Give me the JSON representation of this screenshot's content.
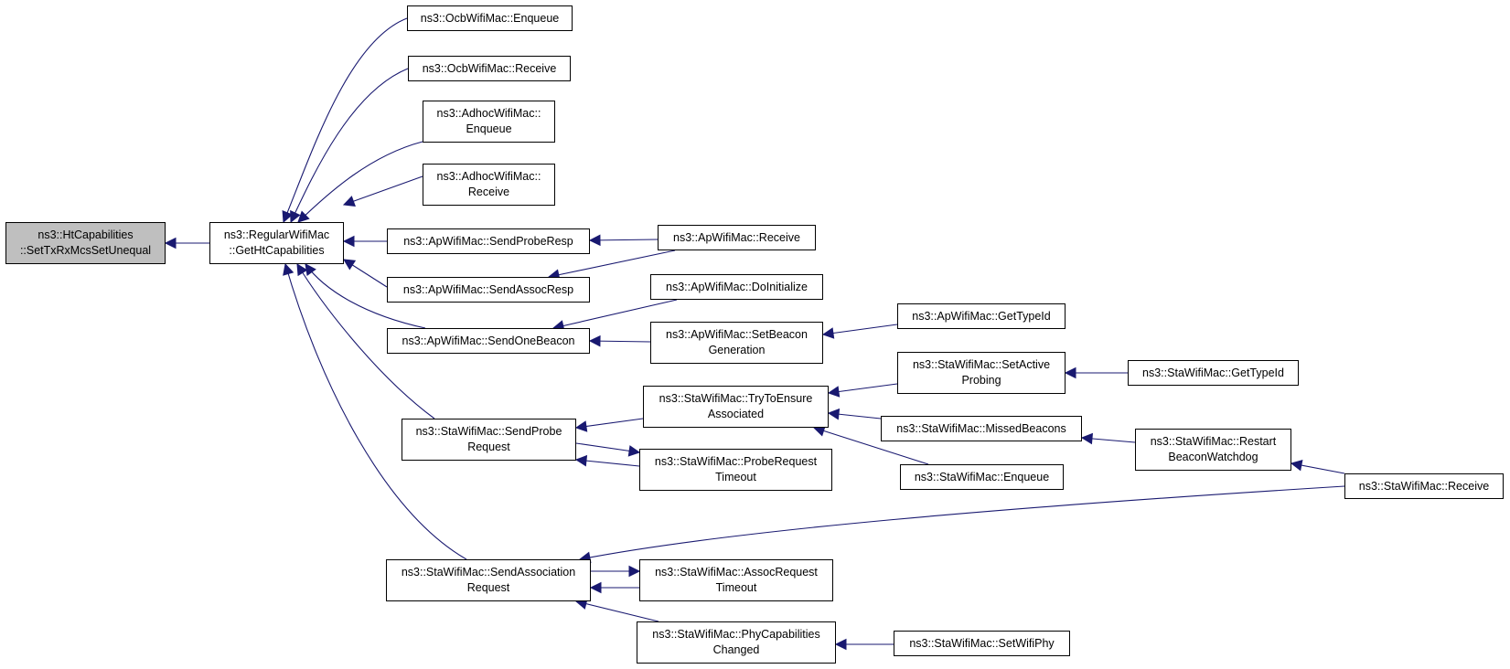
{
  "colors": {
    "edge": "#191970",
    "root_fill": "#bfbfbf",
    "node_fill": "#ffffff",
    "border": "#000000"
  },
  "nodes": {
    "root": [
      "ns3::HtCapabilities",
      "::SetTxRxMcsSetUnequal"
    ],
    "regular_get_ht": [
      "ns3::RegularWifiMac",
      "::GetHtCapabilities"
    ],
    "ocb_enqueue": [
      "ns3::OcbWifiMac::Enqueue"
    ],
    "ocb_receive": [
      "ns3::OcbWifiMac::Receive"
    ],
    "adhoc_enqueue": [
      "ns3::AdhocWifiMac::",
      "Enqueue"
    ],
    "adhoc_receive": [
      "ns3::AdhocWifiMac::",
      "Receive"
    ],
    "ap_send_probe_resp": [
      "ns3::ApWifiMac::SendProbeResp"
    ],
    "ap_receive": [
      "ns3::ApWifiMac::Receive"
    ],
    "ap_send_assoc_resp": [
      "ns3::ApWifiMac::SendAssocResp"
    ],
    "ap_do_initialize": [
      "ns3::ApWifiMac::DoInitialize"
    ],
    "ap_send_one_beacon": [
      "ns3::ApWifiMac::SendOneBeacon"
    ],
    "ap_set_beacon_generation": [
      "ns3::ApWifiMac::SetBeacon",
      "Generation"
    ],
    "ap_get_type_id": [
      "ns3::ApWifiMac::GetTypeId"
    ],
    "sta_send_probe_request": [
      "ns3::StaWifiMac::SendProbe",
      "Request"
    ],
    "sta_try_to_ensure": [
      "ns3::StaWifiMac::TryToEnsure",
      "Associated"
    ],
    "sta_set_active_probing": [
      "ns3::StaWifiMac::SetActive",
      "Probing"
    ],
    "sta_get_type_id": [
      "ns3::StaWifiMac::GetTypeId"
    ],
    "sta_missed_beacons": [
      "ns3::StaWifiMac::MissedBeacons"
    ],
    "sta_restart_beacon_watchdog": [
      "ns3::StaWifiMac::Restart",
      "BeaconWatchdog"
    ],
    "sta_probe_request_timeout": [
      "ns3::StaWifiMac::ProbeRequest",
      "Timeout"
    ],
    "sta_enqueue": [
      "ns3::StaWifiMac::Enqueue"
    ],
    "sta_receive": [
      "ns3::StaWifiMac::Receive"
    ],
    "sta_send_association_request": [
      "ns3::StaWifiMac::SendAssociation",
      "Request"
    ],
    "sta_assoc_request_timeout": [
      "ns3::StaWifiMac::AssocRequest",
      "Timeout"
    ],
    "sta_phy_capabilities_changed": [
      "ns3::StaWifiMac::PhyCapabilities",
      "Changed"
    ],
    "sta_set_wifi_phy": [
      "ns3::StaWifiMac::SetWifiPhy"
    ]
  },
  "edges": [
    [
      "regular_get_ht",
      "root"
    ],
    [
      "ocb_enqueue",
      "regular_get_ht"
    ],
    [
      "ocb_receive",
      "regular_get_ht"
    ],
    [
      "adhoc_enqueue",
      "regular_get_ht"
    ],
    [
      "adhoc_receive",
      "regular_get_ht"
    ],
    [
      "ap_send_probe_resp",
      "regular_get_ht"
    ],
    [
      "ap_send_assoc_resp",
      "regular_get_ht"
    ],
    [
      "ap_send_one_beacon",
      "regular_get_ht"
    ],
    [
      "sta_send_probe_request",
      "regular_get_ht"
    ],
    [
      "sta_send_association_request",
      "regular_get_ht"
    ],
    [
      "ap_receive",
      "ap_send_probe_resp"
    ],
    [
      "ap_receive",
      "ap_send_assoc_resp"
    ],
    [
      "ap_do_initialize",
      "ap_send_one_beacon"
    ],
    [
      "ap_set_beacon_generation",
      "ap_send_one_beacon"
    ],
    [
      "ap_get_type_id",
      "ap_set_beacon_generation"
    ],
    [
      "sta_try_to_ensure",
      "sta_send_probe_request"
    ],
    [
      "sta_probe_request_timeout",
      "sta_send_probe_request"
    ],
    [
      "sta_send_probe_request",
      "sta_probe_request_timeout"
    ],
    [
      "sta_set_active_probing",
      "sta_try_to_ensure"
    ],
    [
      "sta_missed_beacons",
      "sta_try_to_ensure"
    ],
    [
      "sta_enqueue",
      "sta_try_to_ensure"
    ],
    [
      "sta_get_type_id",
      "sta_set_active_probing"
    ],
    [
      "sta_restart_beacon_watchdog",
      "sta_missed_beacons"
    ],
    [
      "sta_receive",
      "sta_restart_beacon_watchdog"
    ],
    [
      "sta_receive",
      "sta_send_association_request"
    ],
    [
      "sta_assoc_request_timeout",
      "sta_send_association_request"
    ],
    [
      "sta_send_association_request",
      "sta_assoc_request_timeout"
    ],
    [
      "sta_phy_capabilities_changed",
      "sta_send_association_request"
    ],
    [
      "sta_set_wifi_phy",
      "sta_phy_capabilities_changed"
    ]
  ]
}
